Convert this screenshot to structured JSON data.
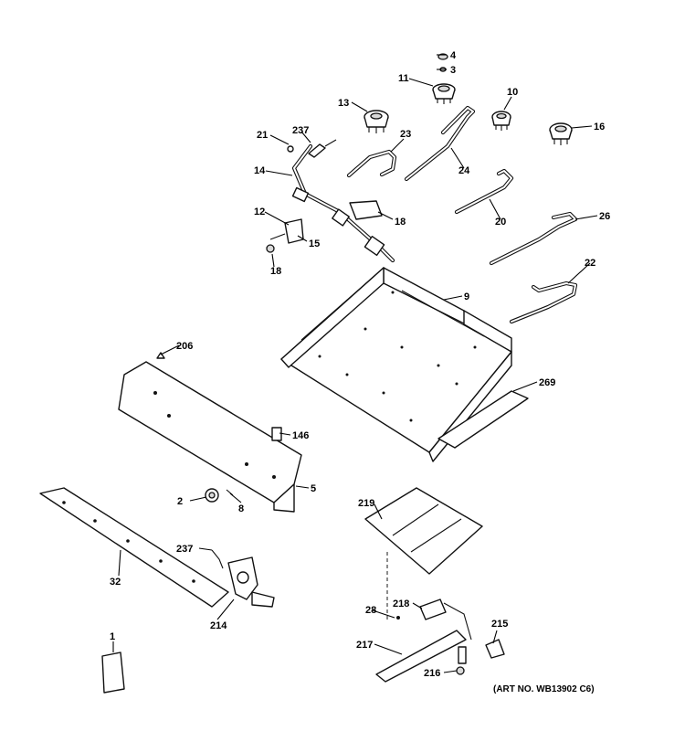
{
  "diagram": {
    "art_number": "(ART NO. WB13902 C6)",
    "callouts": {
      "c4": "4",
      "c3": "3",
      "c11": "11",
      "c10": "10",
      "c13": "13",
      "c16": "16",
      "c21": "21",
      "c237a": "237",
      "c23": "23",
      "c14": "14",
      "c24": "24",
      "c20": "20",
      "c12": "12",
      "c18a": "18",
      "c15": "15",
      "c18b": "18",
      "c26": "26",
      "c22": "22",
      "c9": "9",
      "c206": "206",
      "c269": "269",
      "c146": "146",
      "c2": "2",
      "c8": "8",
      "c5": "5",
      "c219": "219",
      "c237b": "237",
      "c32": "32",
      "c28": "28",
      "c218": "218",
      "c214": "214",
      "c215": "215",
      "c217": "217",
      "c216": "216",
      "c1": "1"
    }
  }
}
